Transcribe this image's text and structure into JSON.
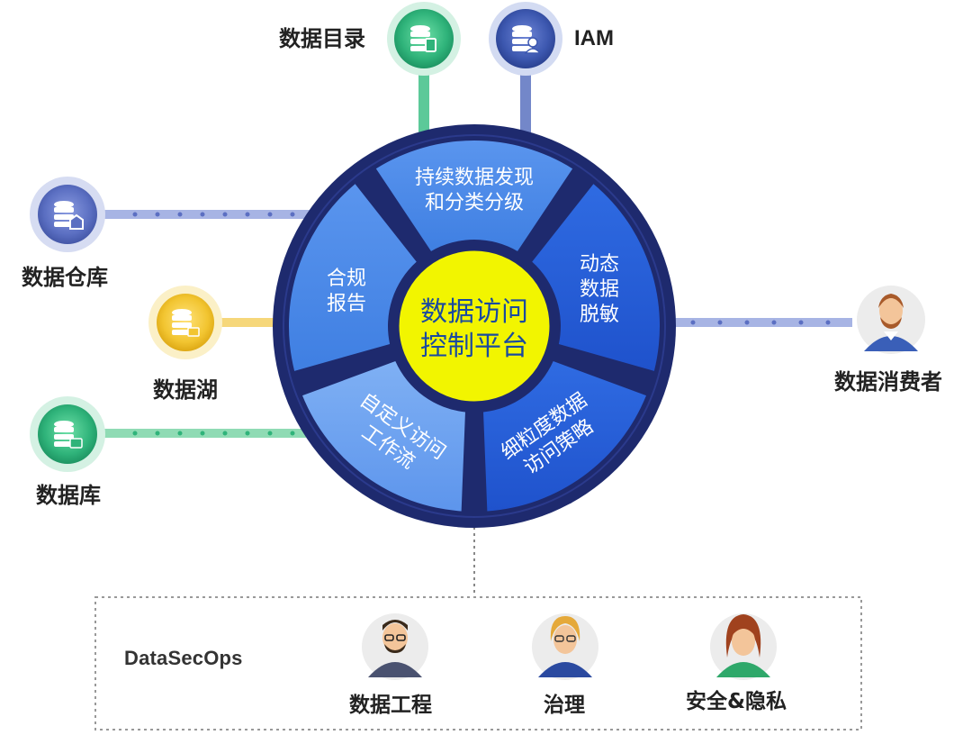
{
  "center": {
    "line1": "数据访问",
    "line2": "控制平台"
  },
  "segments": {
    "top": {
      "line1": "持续数据发现",
      "line2": "和分类分级"
    },
    "right": {
      "line1": "动态",
      "line2": "数据",
      "line3": "脱敏"
    },
    "bottom_right": {
      "line1": "细粒度数据",
      "line2": "访问策略"
    },
    "bottom_left": {
      "line1": "自定义访问",
      "line2": "工作流"
    },
    "left": {
      "line1": "合规",
      "line2": "报告"
    }
  },
  "sources": {
    "data_catalog": {
      "label": "数据目录",
      "icon": "database-catalog-icon",
      "color": "#2fb37a"
    },
    "iam": {
      "label": "IAM",
      "icon": "database-user-icon",
      "color": "#3d58b0"
    },
    "data_warehouse": {
      "label": "数据仓库",
      "icon": "database-warehouse-icon",
      "color": "#5b6fc2"
    },
    "data_lake": {
      "label": "数据湖",
      "icon": "database-lake-icon",
      "color": "#f2c531"
    },
    "database": {
      "label": "数据库",
      "icon": "database-icon",
      "color": "#2fb37a"
    }
  },
  "consumer": {
    "label": "数据消费者",
    "icon": "person-avatar-icon"
  },
  "datasecops": {
    "title": "DataSecOps",
    "roles": [
      {
        "label": "数据工程",
        "icon": "engineer-avatar-icon"
      },
      {
        "label": "治理",
        "icon": "governance-avatar-icon"
      },
      {
        "label": "安全&隐私",
        "icon": "security-privacy-avatar-icon"
      }
    ]
  },
  "colors": {
    "ring": "#1e2a6e",
    "center_fill": "#f2f500",
    "center_text": "#1a4aa0",
    "segment_light": "#6da4f2",
    "segment_mid": "#4b8ae8",
    "segment_dark": "#2458d6",
    "green": "#2fb37a",
    "navy": "#3d58b0",
    "purple_blue": "#5b6fc2",
    "yellow": "#f2c531"
  }
}
